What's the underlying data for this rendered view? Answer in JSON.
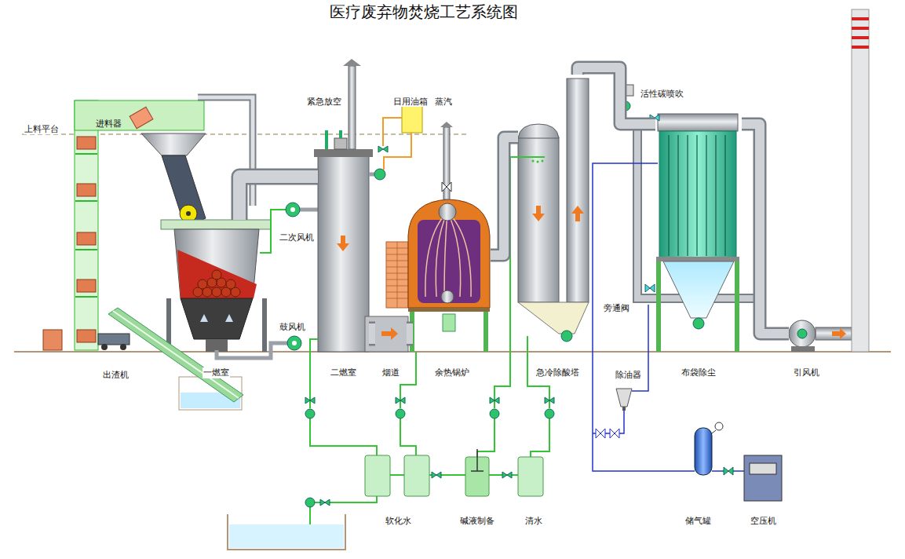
{
  "diagram": {
    "title": "医疗废弃物焚烧工艺系统图",
    "nodes": [
      {
        "text": [
          "一燃室"
        ]
      },
      {
        "text": [
          "二燃室"
        ]
      },
      {
        "text": [
          "烟道"
        ]
      },
      {
        "text": [
          "余热锅炉"
        ]
      },
      {
        "text": [
          "急冷除酸塔"
        ]
      },
      {
        "text": [
          "布袋除尘"
        ]
      },
      {
        "text": [
          "引风机"
        ]
      }
    ],
    "edges": [
      {
        "from": 0,
        "to": 1,
        "arrow": "none"
      },
      {
        "from": 1,
        "to": 2,
        "arrow": "none"
      },
      {
        "from": 2,
        "to": 3,
        "arrow": "none"
      },
      {
        "from": 3,
        "to": 4,
        "arrow": "none"
      },
      {
        "from": 4,
        "to": 5,
        "arrow": "none"
      },
      {
        "from": 5,
        "to": 6,
        "arrow": "none"
      }
    ],
    "labels": [
      "上料平台",
      "进料器",
      "紧急放空",
      "日用油箱",
      "蒸汽",
      "活性碳喷吹",
      "二次风机",
      "鼓风机",
      "旁通阀",
      "出渣机",
      "除油器",
      "软化水",
      "碱液制备",
      "清水",
      "储气罐",
      "空压机"
    ]
  }
}
